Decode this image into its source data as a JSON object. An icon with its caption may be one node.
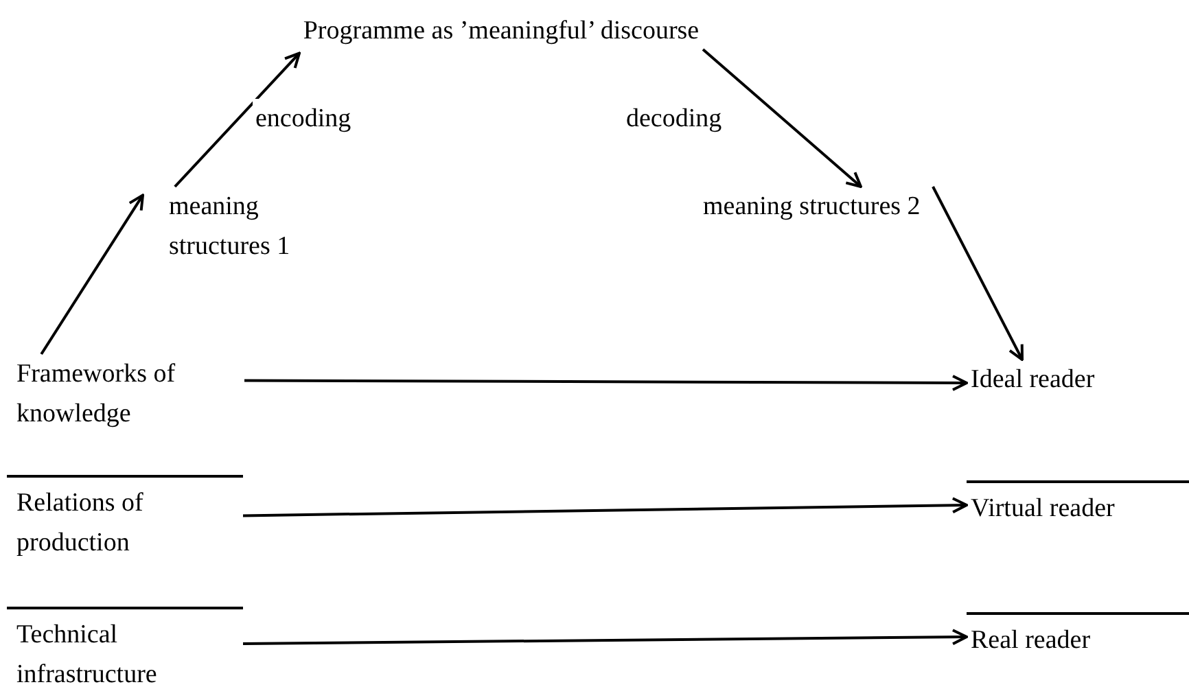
{
  "diagram": {
    "nodes": [
      {
        "text": [
          "Programme as ’meaningful’ discourse"
        ]
      },
      {
        "text": [
          "meaning structures 1"
        ]
      },
      {
        "text": [
          "meaning structures 2"
        ]
      },
      {
        "text": [
          "Frameworks of knowledge"
        ]
      },
      {
        "text": [
          "Relations of production"
        ]
      },
      {
        "text": [
          "Technical infrastructure"
        ]
      },
      {
        "text": [
          "Ideal reader"
        ]
      },
      {
        "text": [
          "Virtual reader"
        ]
      },
      {
        "text": [
          "Real reader"
        ]
      }
    ],
    "edges": [
      {
        "from": 3,
        "to": 1,
        "arrow": "to"
      },
      {
        "from": 1,
        "to": 0,
        "arrow": "to",
        "label": "encoding"
      },
      {
        "from": 0,
        "to": 2,
        "arrow": "to",
        "label": "decoding"
      },
      {
        "from": 2,
        "to": 6,
        "arrow": "to"
      },
      {
        "from": 3,
        "to": 6,
        "arrow": "to"
      },
      {
        "from": 4,
        "to": 7,
        "arrow": "to"
      },
      {
        "from": 5,
        "to": 8,
        "arrow": "to"
      }
    ]
  }
}
